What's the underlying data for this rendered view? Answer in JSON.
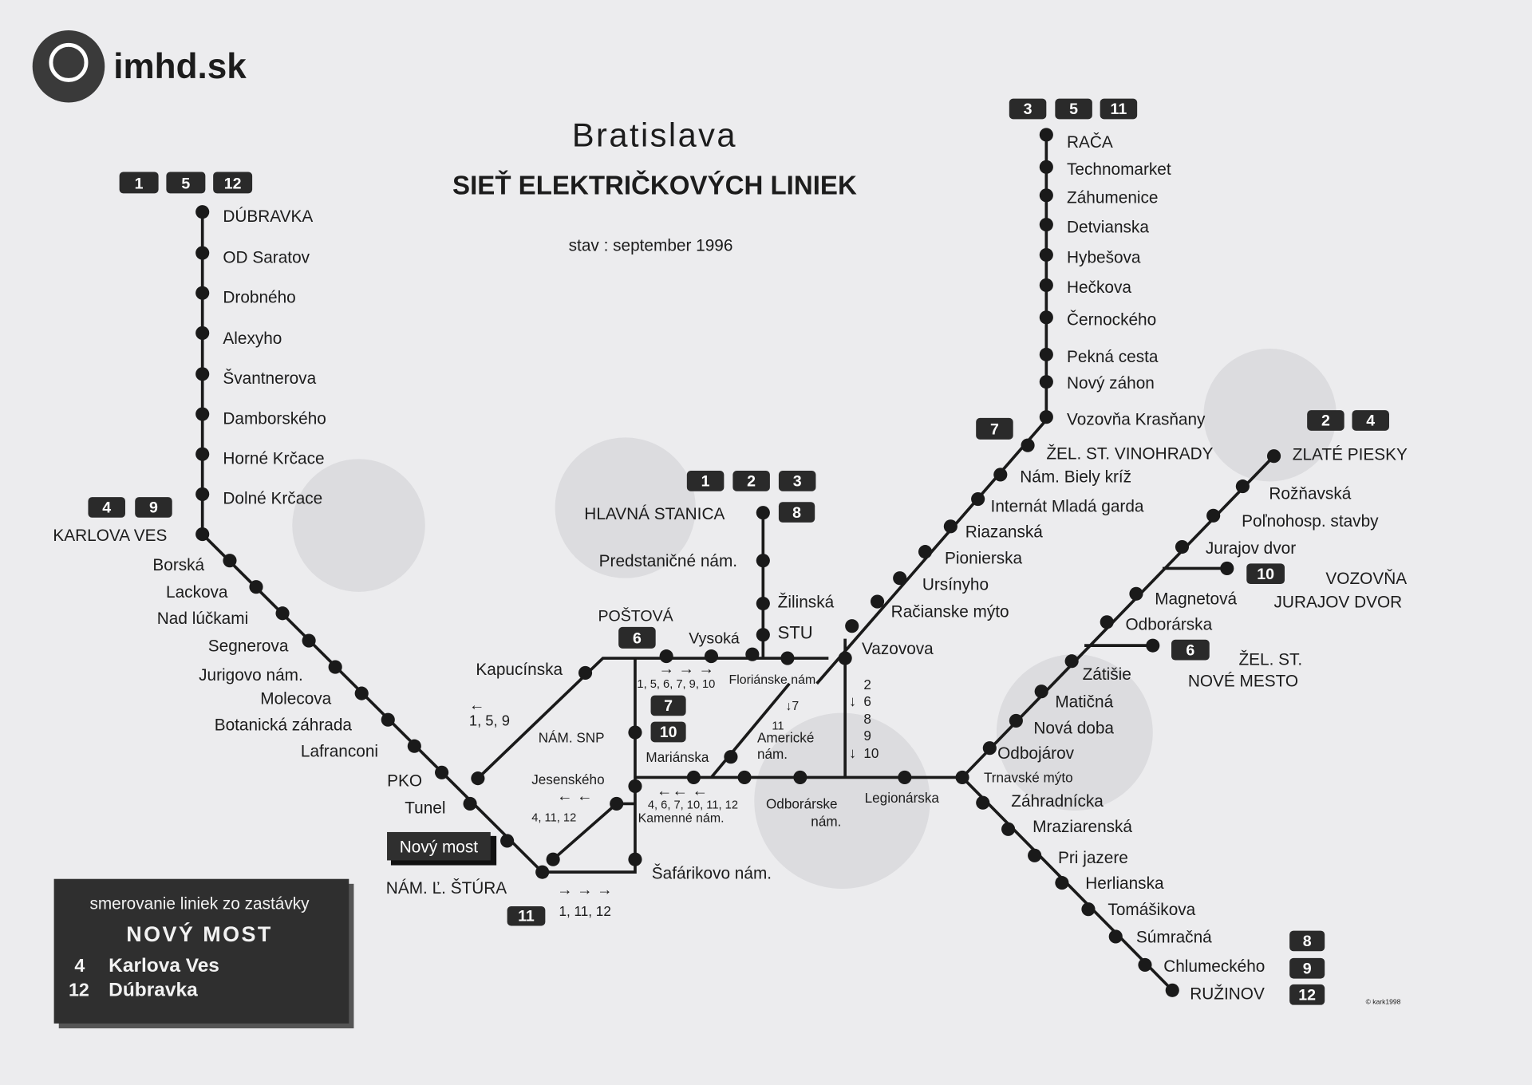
{
  "logo": {
    "text": "imhd.sk",
    "color": "#3a3a3a"
  },
  "header": {
    "city": "Bratislava",
    "title": "SIEŤ ELEKTRIČKOVÝCH LINIEK",
    "status": "stav :  september 1996"
  },
  "colors": {
    "line": "#1a1a1a",
    "badge": "#2a2a2a",
    "paper": "#ececee"
  },
  "lines_dubravka": {
    "badges": [
      "1",
      "5",
      "12"
    ],
    "stations": [
      "DÚBRAVKA",
      "OD Saratov",
      "Drobného",
      "Alexyho",
      "Švantnerova",
      "Damborského",
      "Horné Krčace",
      "Dolné Krčace"
    ]
  },
  "karlova_ves": {
    "badges": [
      "4",
      "9"
    ],
    "name": "KARLOVA VES",
    "stations": [
      "Borská",
      "Lackova",
      "Nad lúčkami",
      "Segnerova",
      "Jurigovo nám.",
      "Molecova",
      "Botanická záhrada",
      "Lafranconi",
      "PKO",
      "Tunel"
    ]
  },
  "center": {
    "novy_most": "Nový most",
    "stura": "NÁM. Ľ. ŠTÚRA",
    "stura_badge": "11",
    "stura_arrows": "→  →  →",
    "stura_lines": "1, 11, 12",
    "kapucinska": "Kapucínska",
    "left_arrow": "←",
    "left_lines": "1, 5, 9",
    "snp": "NÁM. SNP",
    "jesenskeho": "Jesenského",
    "jes_arrows": "←  ←",
    "jes_lines": "4, 11, 12",
    "postova": "POŠTOVÁ",
    "postova_badge": "6",
    "top_arrows": "→ →    →",
    "top_lines": "1, 5, 6, 7, 9, 10",
    "snp_badges": [
      "7",
      "10"
    ],
    "marianska": "Mariánska",
    "vysoka": "Vysoká",
    "florianske": "Floriánske nám.",
    "am_arrow": "↓7",
    "am_11": "11",
    "americke": "Americké",
    "americke2": "nám.",
    "stu": "STU",
    "zilinska": "Žilinská",
    "predstanicne": "Predstaničné nám.",
    "hlavna": "HLAVNÁ STANICA",
    "hlavna_badges": [
      "1",
      "2",
      "3"
    ],
    "hlavna_badge8": "8",
    "mid_arrows": "←←  ←",
    "mid_lines": "4, 6, 7, 10, 11, 12",
    "kamenne": "Kamenné nám.",
    "odborarske": "Odborárske",
    "odborarske2": "nám.",
    "safarikovo": "Šafárikovo nám.",
    "vazovova": "Vazovova",
    "vaz_lines": [
      "2",
      "6",
      "8",
      "9",
      "10"
    ],
    "vaz_arrow": "↓",
    "legionarska": "Legionárska"
  },
  "raca": {
    "badges": [
      "3",
      "5",
      "11"
    ],
    "stations": [
      "RAČA",
      "Technomarket",
      "Záhumenice",
      "Detvianska",
      "Hybešova",
      "Hečkova",
      "Černockého",
      "Pekná cesta",
      "Nový záhon",
      "Vozovňa Krasňany"
    ],
    "badge7": "7",
    "diag": [
      "ŽEL. ST. VINOHRADY",
      "Nám. Biely kríž",
      "Internát Mladá garda",
      "Riazanská",
      "Pionierska",
      "Ursínyho",
      "Račianske mýto"
    ]
  },
  "piesky": {
    "badges": [
      "2",
      "4"
    ],
    "stations": [
      "ZLATÉ PIESKY",
      "Rožňavská",
      "Poľnohosp. stavby",
      "Jurajov dvor",
      "Magnetová",
      "Odborárska",
      "Zátišie",
      "Matičná",
      "Nová doba",
      "Odbojárov",
      "Trnavské mýto"
    ],
    "depot_badge": "10",
    "depot1": "VOZOVŇA",
    "depot2": "JURAJOV DVOR",
    "nm_badge": "6",
    "nm1": "ŽEL. ST.",
    "nm2": "NOVÉ MESTO"
  },
  "ruzinov": {
    "stations": [
      "Záhradnícka",
      "Mraziarenská",
      "Pri jazere",
      "Herlianska",
      "Tomášikova",
      "Súmračná",
      "Chlumeckého",
      "RUŽINOV"
    ],
    "badges": [
      "8",
      "9",
      "12"
    ]
  },
  "legend": {
    "title": "smerovanie liniek zo zastávky",
    "stop": "NOVÝ MOST",
    "rows": [
      {
        "num": "4",
        "dest": "Karlova Ves"
      },
      {
        "num": "12",
        "dest": "Dúbravka"
      }
    ]
  },
  "copyright": "© kark1998"
}
